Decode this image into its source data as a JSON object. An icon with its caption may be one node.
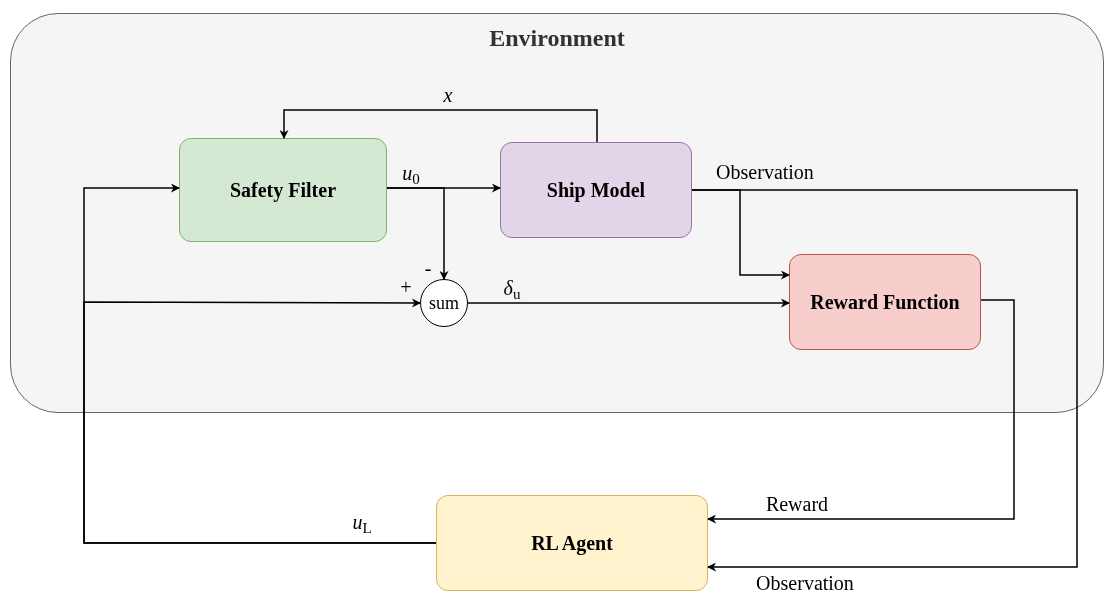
{
  "diagram": {
    "nodes": [
      {
        "text": [
          "Environment"
        ]
      },
      {
        "text": [
          "Safety Filter"
        ],
        "in": 0
      },
      {
        "text": [
          "Ship Model"
        ],
        "in": 0
      },
      {
        "text": [
          "sum"
        ],
        "in": 0
      },
      {
        "text": [
          "Reward Function"
        ],
        "in": 0
      },
      {
        "text": [
          "RL Agent"
        ]
      }
    ],
    "edges": [
      {
        "from": 2,
        "to": 1,
        "arrow": "to",
        "label": "*x*"
      },
      {
        "from": 1,
        "to": 2,
        "arrow": "to",
        "label": "*u*$_{0}$"
      },
      {
        "from": 1,
        "to": 3,
        "arrow": "to",
        "label": "-"
      },
      {
        "from": 2,
        "to": 4,
        "arrow": "to",
        "label": "Observation"
      },
      {
        "from": 3,
        "to": 4,
        "arrow": "to",
        "label": "*δ*$_{u}$"
      },
      {
        "from": 4,
        "to": 5,
        "arrow": "to",
        "label": "Reward"
      },
      {
        "from": 2,
        "to": 5,
        "arrow": "to",
        "label": "Observation"
      },
      {
        "from": 5,
        "to": 1,
        "arrow": "to",
        "label": "*u*$_{L}$"
      },
      {
        "from": 5,
        "to": 3,
        "arrow": "to",
        "label": "+"
      }
    ]
  }
}
